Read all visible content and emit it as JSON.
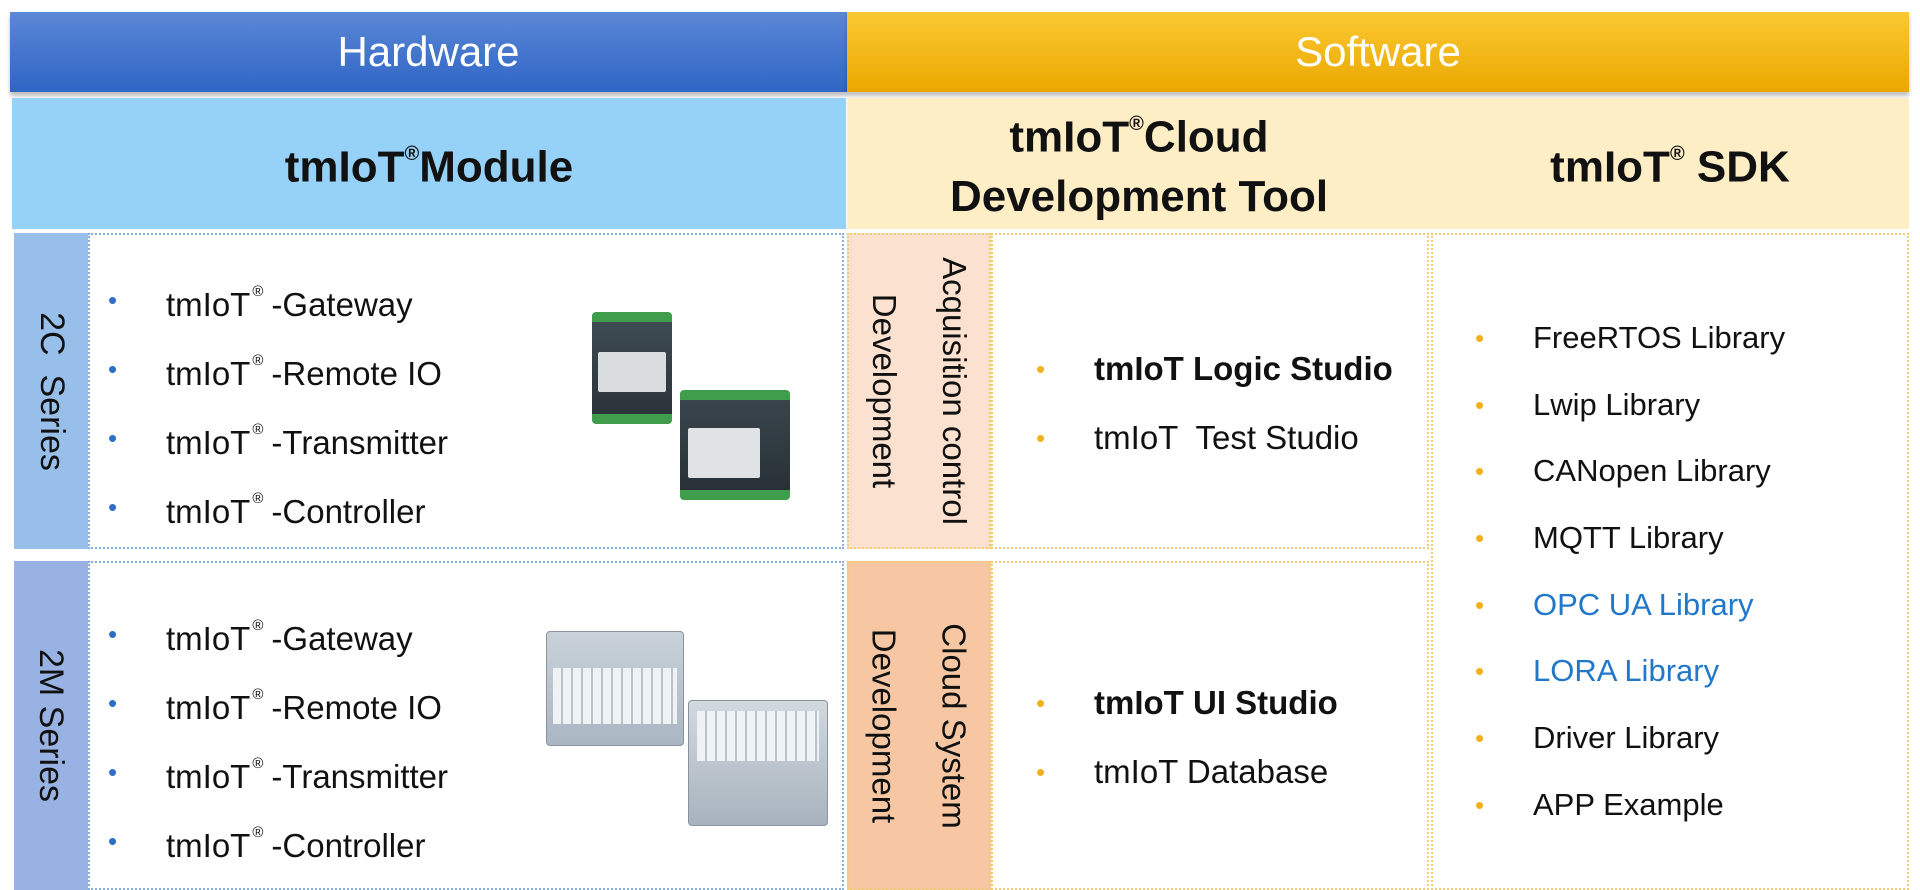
{
  "header": {
    "hardware": "Hardware",
    "software": "Software"
  },
  "bands": {
    "module": {
      "name": "tmIoT",
      "reg": "®",
      "suffix": "Module"
    },
    "cloud": {
      "name": "tmIoT",
      "reg": "®",
      "line1_suffix": "Cloud",
      "line2": "Development Tool"
    },
    "sdk": {
      "name": "tmIoT",
      "reg": "®",
      "suffix": " SDK"
    }
  },
  "hardware_rows": [
    {
      "series": "2C  Series",
      "items": [
        {
          "name": "tmIoT",
          "reg": "®",
          "suffix": "-Gateway"
        },
        {
          "name": "tmIoT",
          "reg": "®",
          "suffix": "-Remote IO"
        },
        {
          "name": "tmIoT",
          "reg": "®",
          "suffix": "-Transmitter"
        },
        {
          "name": "tmIoT",
          "reg": "®",
          "suffix": "-Controller"
        }
      ]
    },
    {
      "series": "2M Series",
      "items": [
        {
          "name": "tmIoT",
          "reg": "®",
          "suffix": "-Gateway"
        },
        {
          "name": "tmIoT",
          "reg": "®",
          "suffix": "-Remote IO"
        },
        {
          "name": "tmIoT",
          "reg": "®",
          "suffix": "-Transmitter"
        },
        {
          "name": "tmIoT",
          "reg": "®",
          "suffix": "-Controller"
        }
      ]
    }
  ],
  "software_rows": [
    {
      "label_line1": "Acquisition control",
      "label_line2": "Development",
      "items": [
        "tmIoT Logic Studio",
        "tmIoT  Test Studio"
      ]
    },
    {
      "label_line1": "Cloud System",
      "label_line2": "Development",
      "items": [
        "tmIoT UI Studio",
        "tmIoT Database"
      ]
    }
  ],
  "sdk_items": [
    "FreeRTOS Library",
    "Lwip Library",
    "CANopen Library",
    "MQTT Library",
    "OPC UA Library",
    "LORA Library",
    "Driver Library",
    "APP Example"
  ],
  "bullet": "•",
  "colors": {
    "hardware_header": "#2f65c4",
    "software_header": "#eaa800",
    "module_band": "#96d1f7",
    "software_band": "#fdeec6",
    "highlight_text": "#2278c8"
  }
}
